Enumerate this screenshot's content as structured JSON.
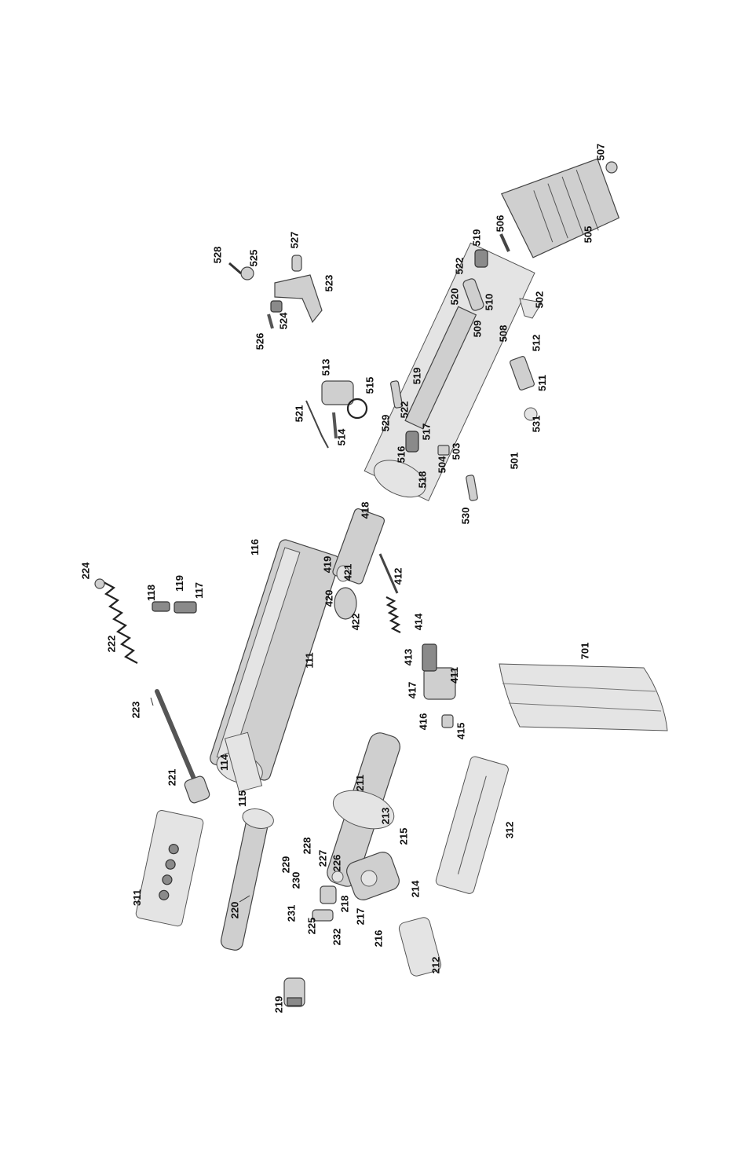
{
  "parts": [
    "111",
    "114",
    "115",
    "116",
    "117",
    "118",
    "119",
    "211",
    "212",
    "213",
    "214",
    "215",
    "216",
    "217",
    "218",
    "219",
    "220",
    "221",
    "222",
    "223",
    "224",
    "225",
    "226",
    "227",
    "228",
    "229",
    "230",
    "231",
    "232",
    "311",
    "312",
    "411",
    "412",
    "413",
    "414",
    "415",
    "416",
    "417",
    "418",
    "419",
    "420",
    "421",
    "422",
    "501",
    "502",
    "503",
    "504",
    "505",
    "506",
    "507",
    "508",
    "509",
    "510",
    "511",
    "512",
    "513",
    "514",
    "515",
    "516",
    "517",
    "518",
    "519",
    "519",
    "520",
    "521",
    "522",
    "522",
    "523",
    "524",
    "525",
    "526",
    "527",
    "528",
    "529",
    "530",
    "531",
    "701"
  ],
  "colors": {
    "part": "#cfcfcf",
    "outline": "#444444",
    "label": "#111111"
  }
}
